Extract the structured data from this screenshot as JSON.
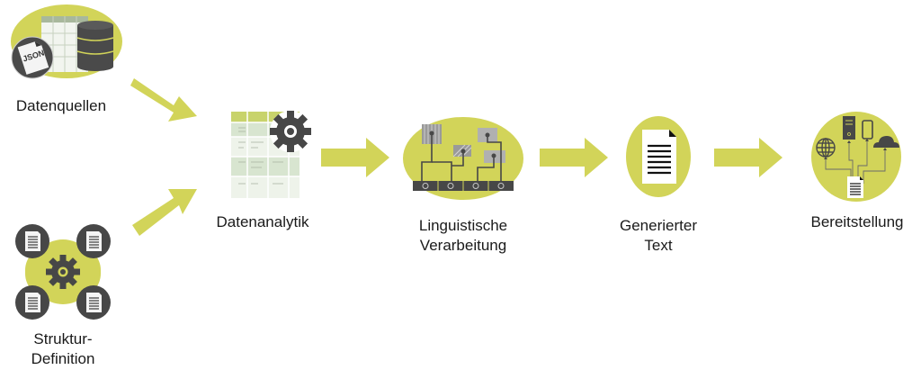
{
  "colors": {
    "accent": "#d2d459",
    "dark": "#474747",
    "light_table": "#e8efe4",
    "table_band": "#d4e3cc"
  },
  "diagram": {
    "type": "process-flow",
    "nodes": [
      {
        "id": "datenquellen",
        "label": "Datenquellen",
        "icon": "database-json-icon",
        "badge_text": "JSON"
      },
      {
        "id": "struktur",
        "label_lines": [
          "Struktur-",
          "Definition"
        ],
        "icon": "documents-gear-icon"
      },
      {
        "id": "datenanalytik",
        "label": "Datenanalytik",
        "icon": "table-gear-icon"
      },
      {
        "id": "linguistik",
        "label_lines": [
          "Linguistische",
          "Verarbeitung"
        ],
        "icon": "circuit-icon"
      },
      {
        "id": "text",
        "label_lines": [
          "Generierter",
          "Text"
        ],
        "icon": "document-icon"
      },
      {
        "id": "bereitstellung",
        "label": "Bereitstellung",
        "icon": "distribution-icon"
      }
    ],
    "edges": [
      {
        "from": "datenquellen",
        "to": "datenanalytik"
      },
      {
        "from": "struktur",
        "to": "datenanalytik"
      },
      {
        "from": "datenanalytik",
        "to": "linguistik"
      },
      {
        "from": "linguistik",
        "to": "text"
      },
      {
        "from": "text",
        "to": "bereitstellung"
      }
    ]
  }
}
